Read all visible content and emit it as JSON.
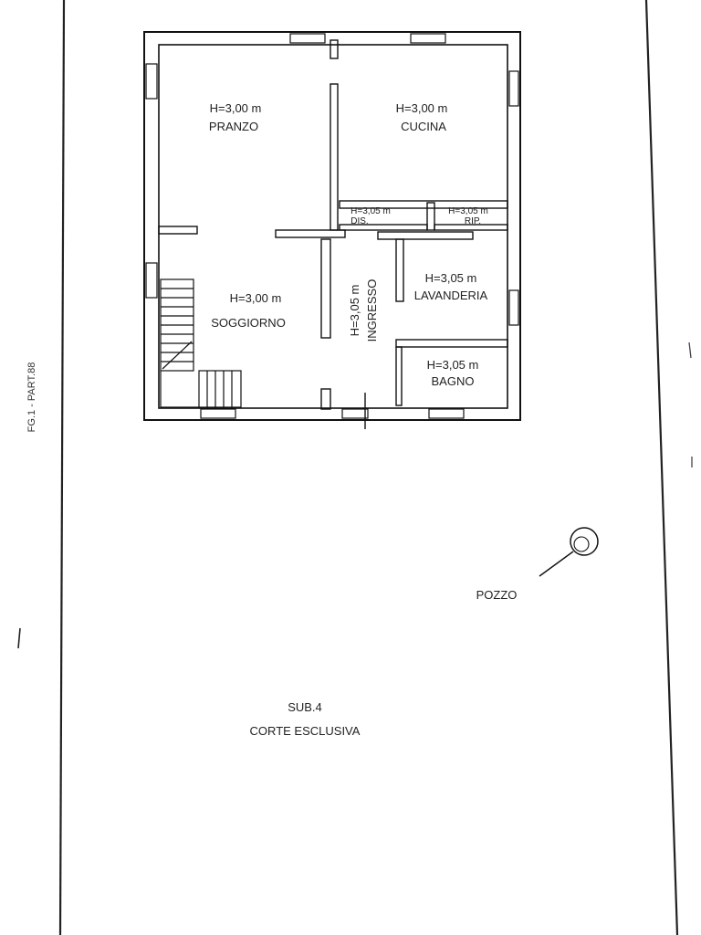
{
  "drawing": {
    "side_label": "FG.1 - PART.88"
  },
  "rooms": {
    "pranzo": {
      "height": "H=3,00 m",
      "name": "PRANZO"
    },
    "cucina": {
      "height": "H=3,00 m",
      "name": "CUCINA"
    },
    "dis": {
      "height": "H=3,05 m",
      "name": "DIS."
    },
    "rip": {
      "height": "H=3,05 m",
      "name": "RIP."
    },
    "lavanderia": {
      "height": "H=3,05 m",
      "name": "LAVANDERIA"
    },
    "soggiorno": {
      "height": "H=3,00 m",
      "name": "SOGGIORNO"
    },
    "ingresso": {
      "height": "H=3,05 m",
      "name": "INGRESSO"
    },
    "bagno": {
      "height": "H=3,05 m",
      "name": "BAGNO"
    }
  },
  "yard": {
    "pozzo_label": "POZZO",
    "sub_label": "SUB.4",
    "corte_label": "CORTE ESCLUSIVA"
  }
}
